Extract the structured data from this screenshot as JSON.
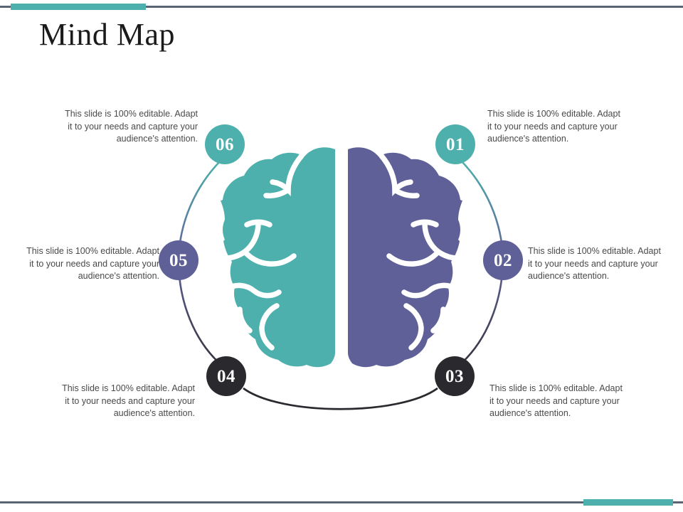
{
  "slide": {
    "title": "Mind Map",
    "background_color": "#ffffff"
  },
  "decor": {
    "rule_color": "#5a6472",
    "accent_color": "#4db0ac",
    "top_rule_name": "top-divider-line",
    "bottom_rule_name": "bottom-divider-line"
  },
  "palette": {
    "teal": "#4db0ac",
    "purple": "#5f6098",
    "charcoal": "#2a2a2e",
    "text": "#4a4a4a",
    "title": "#1b1b1b",
    "white": "#ffffff"
  },
  "center_graphic": {
    "icon_name": "brain-hemispheres-icon",
    "left_hemisphere_color": "#4db0ac",
    "right_hemisphere_color": "#5f6098",
    "fold_line_color": "#ffffff"
  },
  "body_text": "This slide is 100% editable. Adapt it to your needs and capture your audience's attention.",
  "nodes": [
    {
      "id": "01",
      "label": "01",
      "color": "teal",
      "align": "left",
      "text": "This slide is 100% editable. Adapt it to your needs and capture your audience's attention."
    },
    {
      "id": "02",
      "label": "02",
      "color": "purple",
      "align": "left",
      "text": "This slide is 100% editable. Adapt it to your needs and capture your audience's attention."
    },
    {
      "id": "03",
      "label": "03",
      "color": "charcoal",
      "align": "left",
      "text": "This slide is 100% editable. Adapt it to your needs and capture your audience's attention."
    },
    {
      "id": "04",
      "label": "04",
      "color": "charcoal",
      "align": "right",
      "text": "This slide is 100% editable. Adapt it to your needs and capture your audience's attention."
    },
    {
      "id": "05",
      "label": "05",
      "color": "purple",
      "align": "right",
      "text": "This slide is 100% editable. Adapt it to your needs and capture your audience's attention."
    },
    {
      "id": "06",
      "label": "06",
      "color": "teal",
      "align": "right",
      "text": "This slide is 100% editable. Adapt it to your needs and capture your audience's attention."
    }
  ],
  "connectors": [
    {
      "from": "06",
      "to": "05",
      "color_from": "#4db0ac",
      "color_to": "#5f6098"
    },
    {
      "from": "05",
      "to": "04",
      "color_from": "#5f6098",
      "color_to": "#3d3d4a"
    },
    {
      "from": "04",
      "to": "03",
      "color_from": "#2a2a2e",
      "color_to": "#2a2a2e"
    },
    {
      "from": "03",
      "to": "02",
      "color_from": "#3d3d4a",
      "color_to": "#5f6098"
    },
    {
      "from": "02",
      "to": "01",
      "color_from": "#5f6098",
      "color_to": "#4db0ac"
    }
  ]
}
